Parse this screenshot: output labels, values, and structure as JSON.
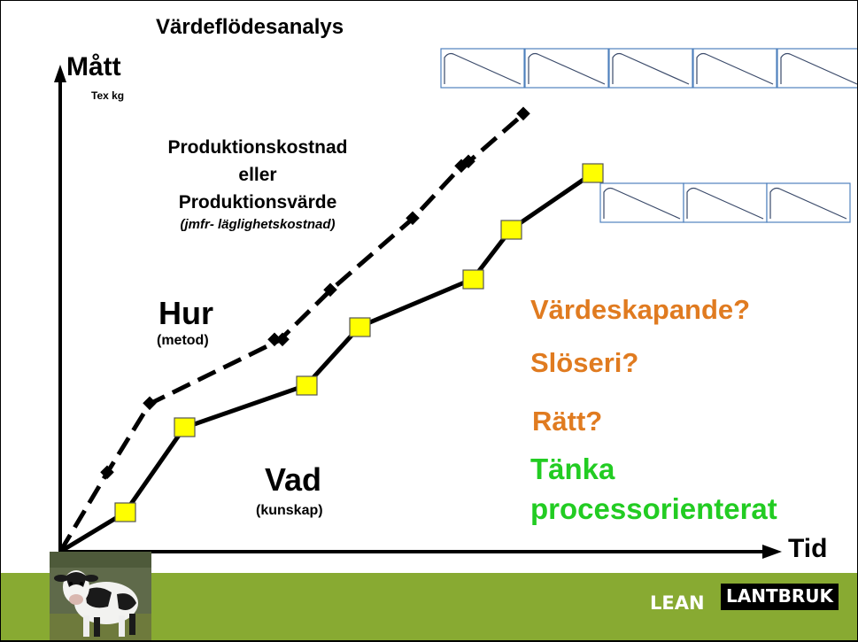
{
  "title": "Värdeflödesanalys",
  "y_axis": {
    "label": "Mått",
    "unit": "Tex kg"
  },
  "x_axis": {
    "label": "Tid"
  },
  "cost_block": {
    "line1": "Produktionskostnad",
    "line2": "eller",
    "line3": "Produktionsvärde",
    "note": "(jmfr- läglighetskostnad)"
  },
  "hur": {
    "label": "Hur",
    "sub": "(metod)"
  },
  "vad": {
    "label": "Vad",
    "sub": "(kunskap)"
  },
  "questions": [
    "Värdeskapande?",
    "Slöseri?",
    "Rätt?"
  ],
  "process": {
    "line1": "Tänka",
    "line2": "processorienterat"
  },
  "logo": {
    "part1": "LEAN",
    "part2": "LANTBRUK"
  },
  "icons": [
    "calf-photo",
    "square-marker",
    "diamond-marker",
    "cycle-chart-icon"
  ],
  "colors": {
    "background": "#ffffff",
    "footer_band": "#88aa32",
    "question_orange": "#e07b20",
    "process_green": "#22cc22",
    "square_marker_fill": "#ffff00",
    "cycle_box_stroke": "#4f81bd"
  }
}
